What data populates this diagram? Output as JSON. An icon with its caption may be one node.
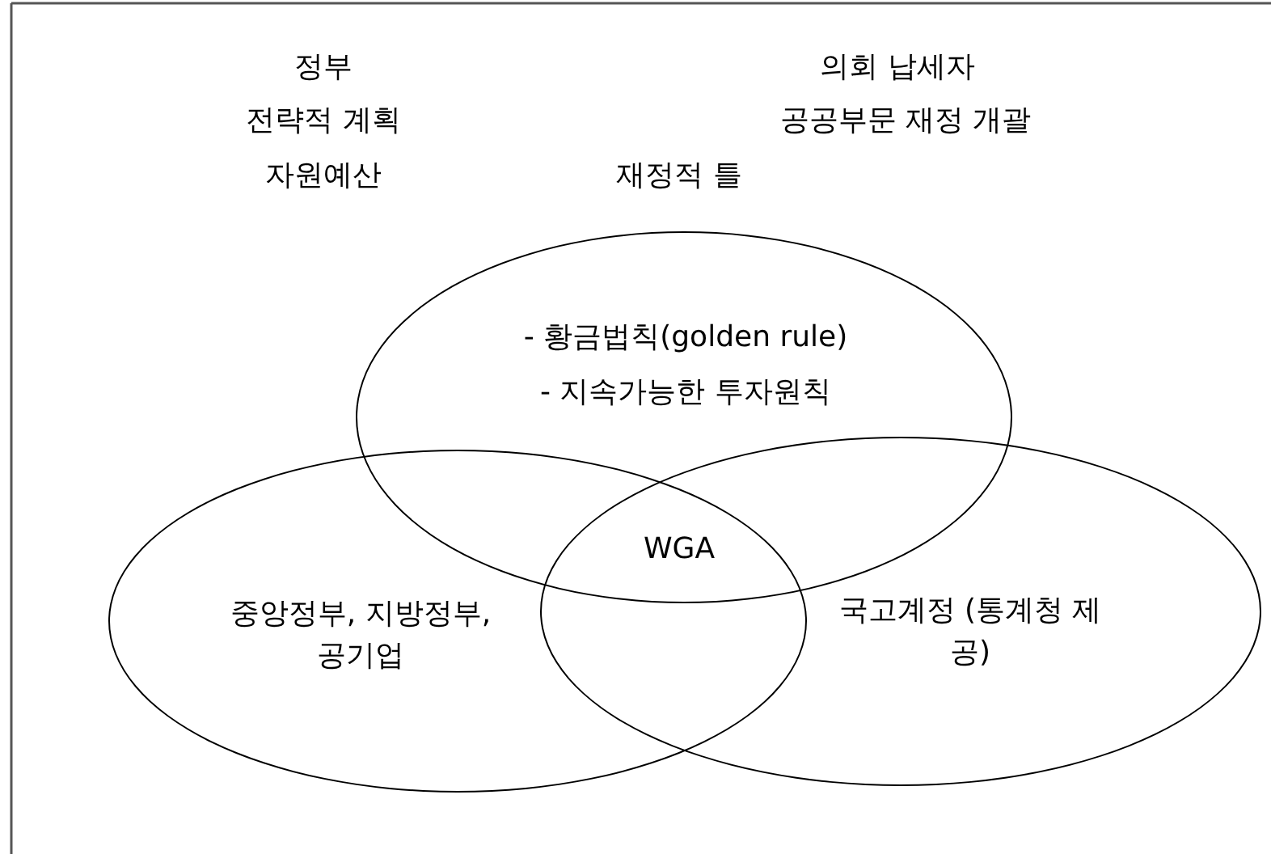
{
  "diagram": {
    "nodes": [
      {
        "text": [
          "- 황금법칙(golden rule)",
          "- 지속가능한 투자원칙"
        ]
      },
      {
        "text": [
          "중앙정부, 지방정부, 공기업"
        ]
      },
      {
        "text": [
          "국고계정 (통계청 제공)"
        ]
      }
    ],
    "labels": [
      "정부",
      "의회 납세자",
      "전략적 계획",
      "공공부문 재정 개괄",
      "자원예산",
      "재정적 틀",
      "WGA"
    ]
  }
}
